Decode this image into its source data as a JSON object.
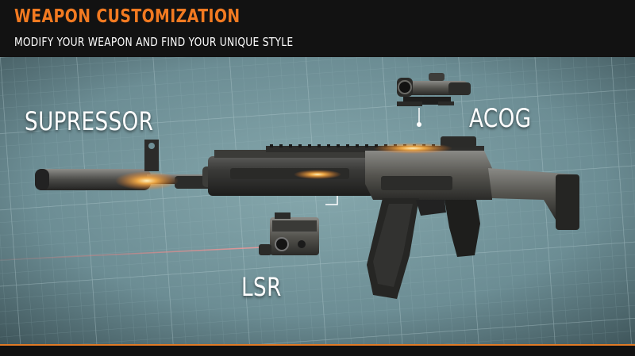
{
  "header": {
    "title": "WEAPON CUSTOMIZATION",
    "subtitle": "MODIFY YOUR WEAPON AND FIND YOUR UNIQUE STYLE"
  },
  "attachments": {
    "suppressor": "SUPRESSOR",
    "scope": "ACOG",
    "laser": "LSR"
  },
  "colors": {
    "accent": "#f27a21",
    "title_text": "#f27a21",
    "subtitle_text": "#ffffff",
    "header_bg": "#121212",
    "footer_line": "#e07a26",
    "background": "#6f8f96",
    "glow": "#ffb347"
  }
}
